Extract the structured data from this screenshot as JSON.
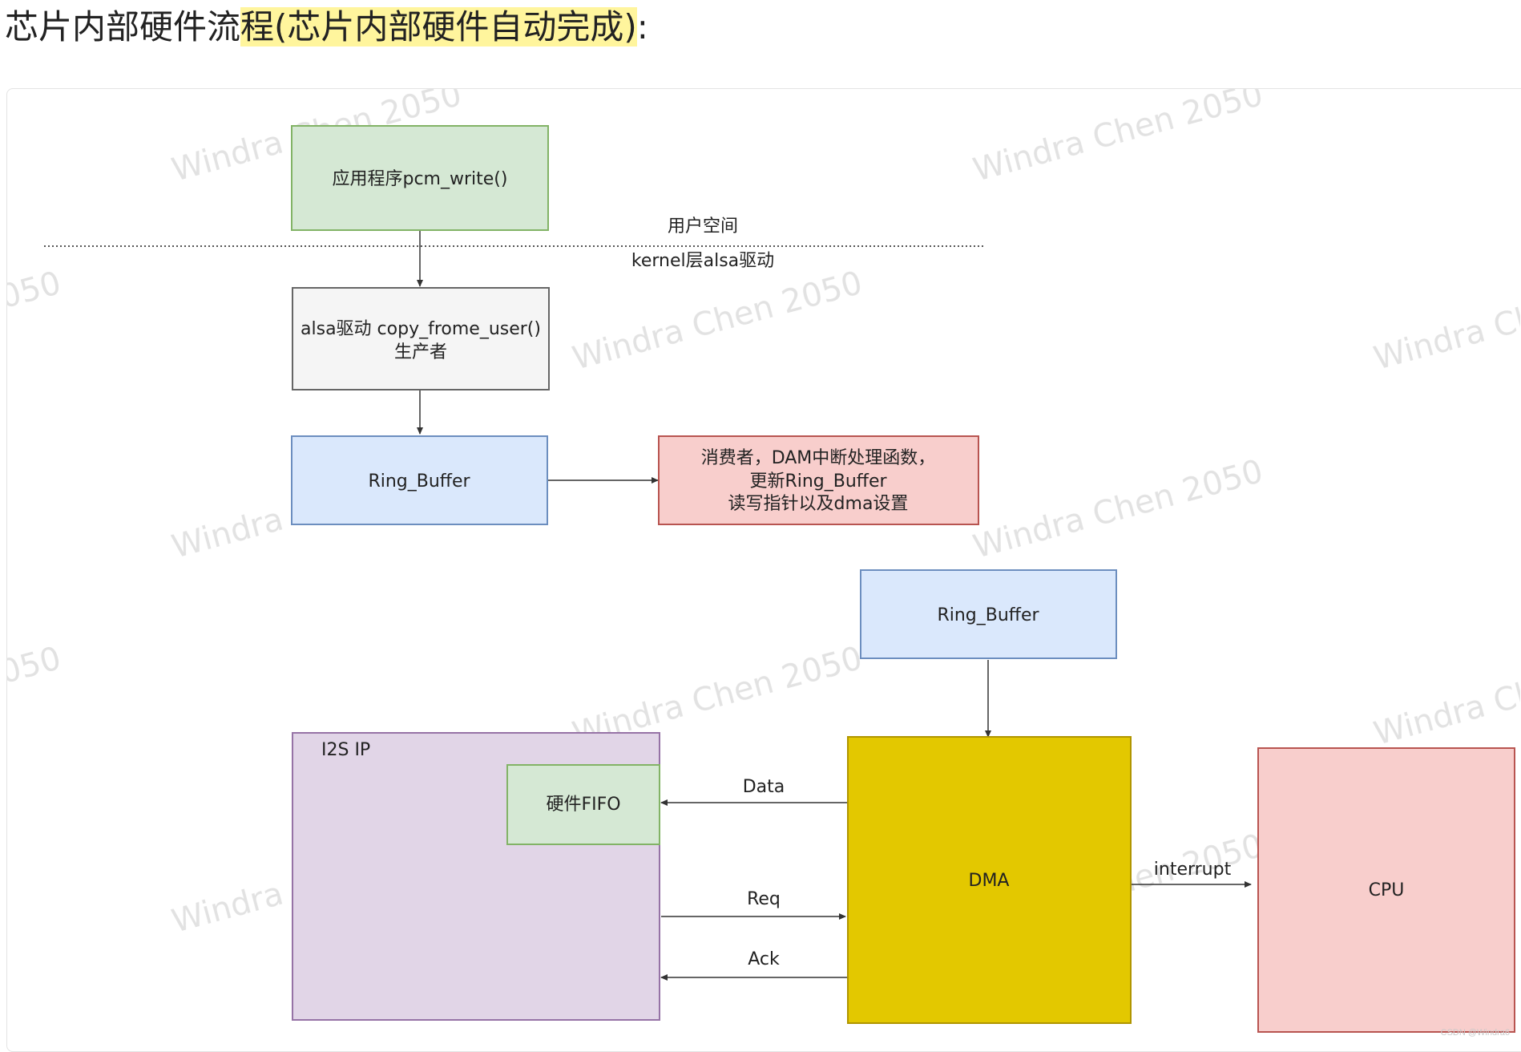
{
  "heading": {
    "prefix": "芯片内部硬件流",
    "highlighted": "程(芯片内部硬件自动完成)",
    "suffix": ":"
  },
  "diagram": {
    "user_space_label": "用户空间",
    "kernel_label": "kernel层alsa驱动",
    "app_box": "应用程序pcm_write()",
    "alsa_box_line1": "alsa驱动 copy_frome_user()",
    "alsa_box_line2": "生产者",
    "ring_buffer_top": "Ring_Buffer",
    "consumer_line1": "消费者，DAM中断处理函数，",
    "consumer_line2": "更新Ring_Buffer",
    "consumer_line3": "读写指针以及dma设置",
    "ring_buffer_bottom": "Ring_Buffer",
    "i2s_label": "I2S IP",
    "fifo_box": "硬件FIFO",
    "dma_box": "DMA",
    "cpu_box": "CPU",
    "data_label": "Data",
    "req_label": "Req",
    "ack_label": "Ack",
    "interrupt_label": "interrupt"
  },
  "watermark": "Windra Chen 2050",
  "footer": "CSDN @Windra6",
  "colors": {
    "green_fill": "#d5e8d4",
    "green_stroke": "#82b366",
    "gray_fill": "#f5f5f5",
    "gray_stroke": "#666666",
    "blue_fill": "#dae8fc",
    "blue_stroke": "#6c8ebf",
    "red_fill": "#f8cecc",
    "red_stroke": "#b85450",
    "purple_fill": "#e1d5e7",
    "purple_stroke": "#9673a6",
    "dma_fill": "#e3c800",
    "dma_stroke": "#b09500",
    "highlight": "#fff59d"
  }
}
